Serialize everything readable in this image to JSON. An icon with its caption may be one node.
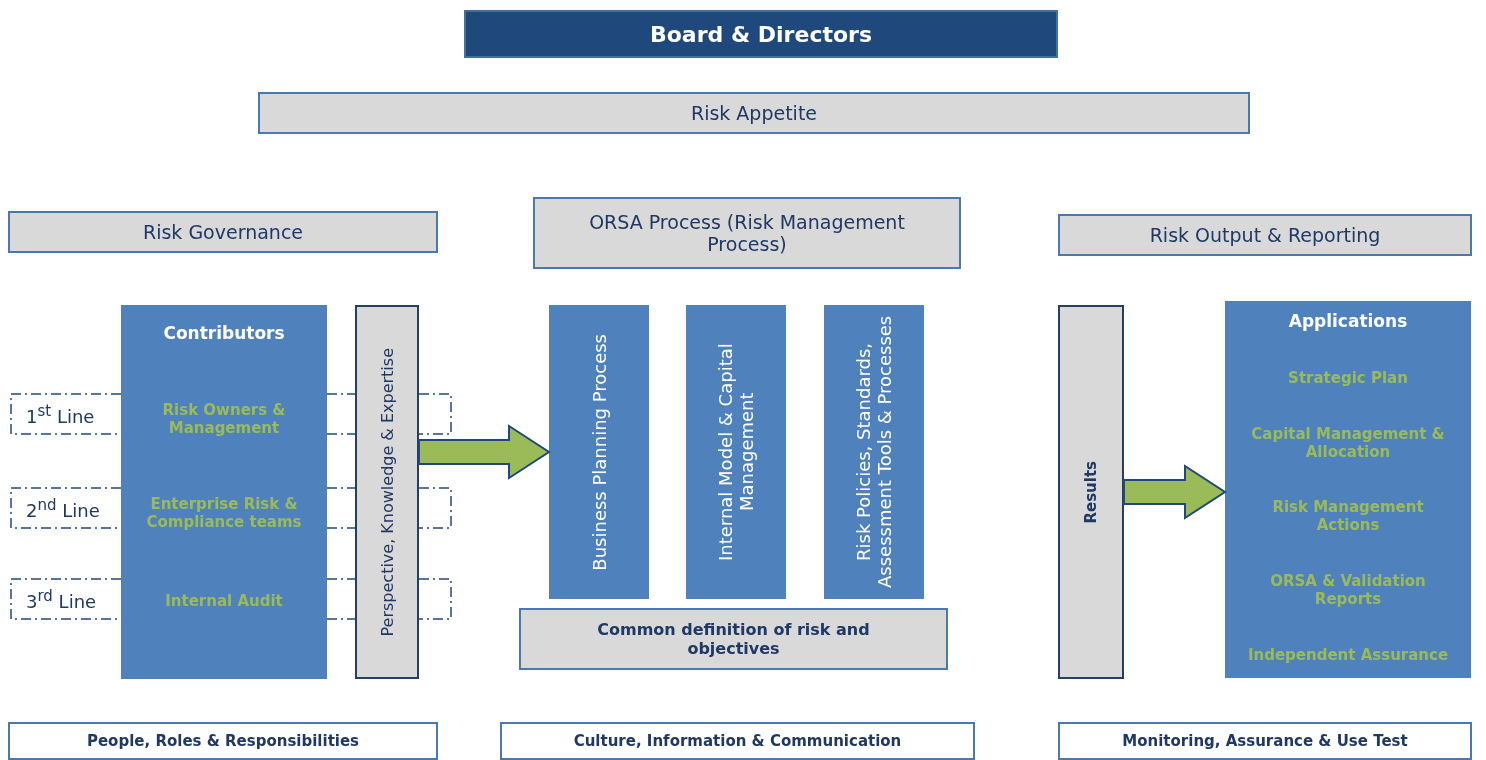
{
  "diagram": {
    "nodes": [
      {
        "text": [
          "Board & Directors"
        ]
      },
      {
        "text": [
          "Risk Appetite"
        ]
      },
      {
        "text": [
          "Risk Governance"
        ]
      },
      {
        "text": [
          "ORSA Process (Risk Management Process)"
        ]
      },
      {
        "text": [
          "Risk Output & Reporting"
        ]
      },
      {
        "text": [
          "Contributors",
          "Risk Owners & Management",
          "Enterprise Risk & Compliance teams",
          "Internal Audit"
        ]
      },
      {
        "text": [
          "Perspective, Knowledge & Expertise"
        ]
      },
      {
        "text": [
          "1$^{st}$ Line"
        ]
      },
      {
        "text": [
          "2$^{nd}$ Line"
        ]
      },
      {
        "text": [
          "3$^{rd}$ Line"
        ]
      },
      {
        "text": [
          "Business Planning Process"
        ]
      },
      {
        "text": [
          "Internal Model & Capital Management"
        ]
      },
      {
        "text": [
          "Risk Policies, Standards, Assessment Tools & Processes"
        ]
      },
      {
        "text": [
          "Common definition of risk and objectives"
        ]
      },
      {
        "text": [
          "Results"
        ]
      },
      {
        "text": [
          "Applications",
          "Strategic  Plan",
          "Capital Management & Allocation",
          "Risk Management Actions",
          "ORSA & Validation Reports",
          "Independent Assurance"
        ]
      },
      {
        "text": [
          "People, Roles & Responsibilities"
        ]
      },
      {
        "text": [
          "Culture, Information & Communication"
        ]
      },
      {
        "text": [
          "Monitoring, Assurance & Use Test"
        ]
      }
    ],
    "edges": [
      {
        "from": 6,
        "to": 10,
        "arrow": "to"
      },
      {
        "from": 14,
        "to": 15,
        "arrow": "to"
      }
    ]
  }
}
